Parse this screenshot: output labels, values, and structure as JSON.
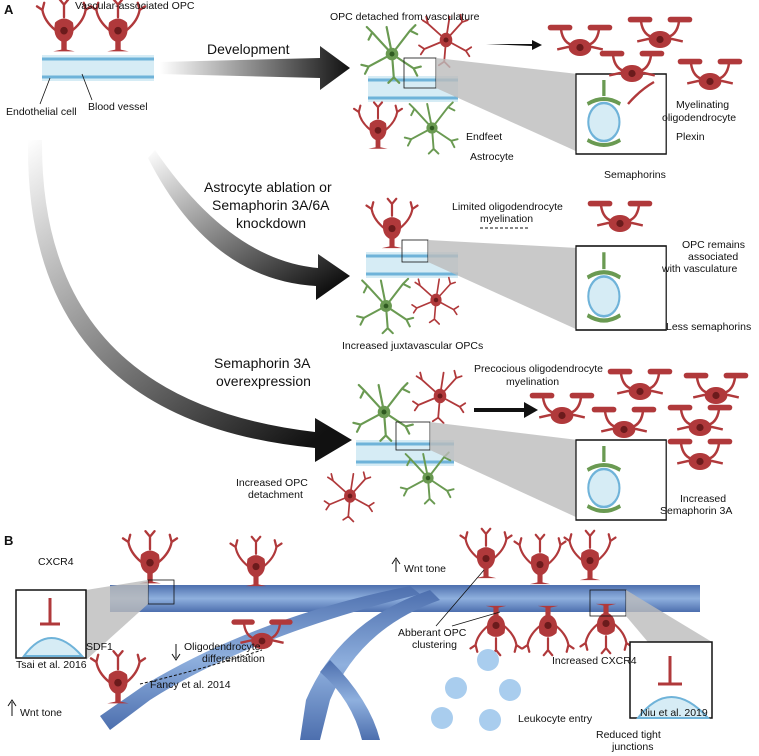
{
  "panels": {
    "a": "A",
    "b": "B"
  },
  "panel_a": {
    "vascular_opc": "Vascular-associated OPC",
    "endothelial_cell": "Endothelial cell",
    "blood_vessel": "Blood vessel",
    "development": "Development",
    "opc_detached": "OPC detached from vasculature",
    "myelinating_1": "Myelinating",
    "myelinating_2": "oligodendrocyte",
    "plexin": "Plexin",
    "endfeet": "Endfeet",
    "astrocyte": "Astrocyte",
    "semaphorins": "Semaphorins",
    "ablation_1": "Astrocyte ablation or",
    "ablation_2": "Semaphorin 3A/6A",
    "ablation_3": "knockdown",
    "limited_1": "Limited oligodendrocyte",
    "limited_2": "myelination",
    "remains_1": "OPC remains",
    "remains_2": "associated",
    "remains_3": "with vasculature",
    "less_sema": "Less semaphorins",
    "juxta": "Increased juxtavascular OPCs",
    "overexp_1": "Semaphorin 3A",
    "overexp_2": "overexpression",
    "precocious_1": "Precocious oligodendrocyte",
    "precocious_2": "myelination",
    "detach_1": "Increased OPC",
    "detach_2": "detachment",
    "incr_sema_1": "Increased",
    "incr_sema_2": "Semaphorin 3A"
  },
  "panel_b": {
    "cxcr4": "CXCR4",
    "sdf1": "SDF1",
    "tsai": "Tsai et al. 2016",
    "oligo_diff_1": "Oligodendrocyte",
    "oligo_diff_2": "differentiation",
    "fancy": "Fancy et al. 2014",
    "wnt_left": "Wnt tone",
    "wnt_top": "Wnt tone",
    "abberant_1": "Abberant OPC",
    "abberant_2": "clustering",
    "leukocyte": "Leukocyte entry",
    "incr_cxcr4": "Increased CXCR4",
    "niu": "Niu et al. 2019",
    "tight_1": "Reduced tight",
    "tight_2": "junctions"
  },
  "colors": {
    "opc": "#b0393b",
    "astrocyte": "#6a9a52",
    "vessel_light": "#d6ecf5",
    "vessel_line": "#6fb3d9",
    "vessel_b": "#5b7fbf",
    "leukocyte": "#a9cdee",
    "arrow": "#111111",
    "zoom": "#bbbbbb"
  }
}
